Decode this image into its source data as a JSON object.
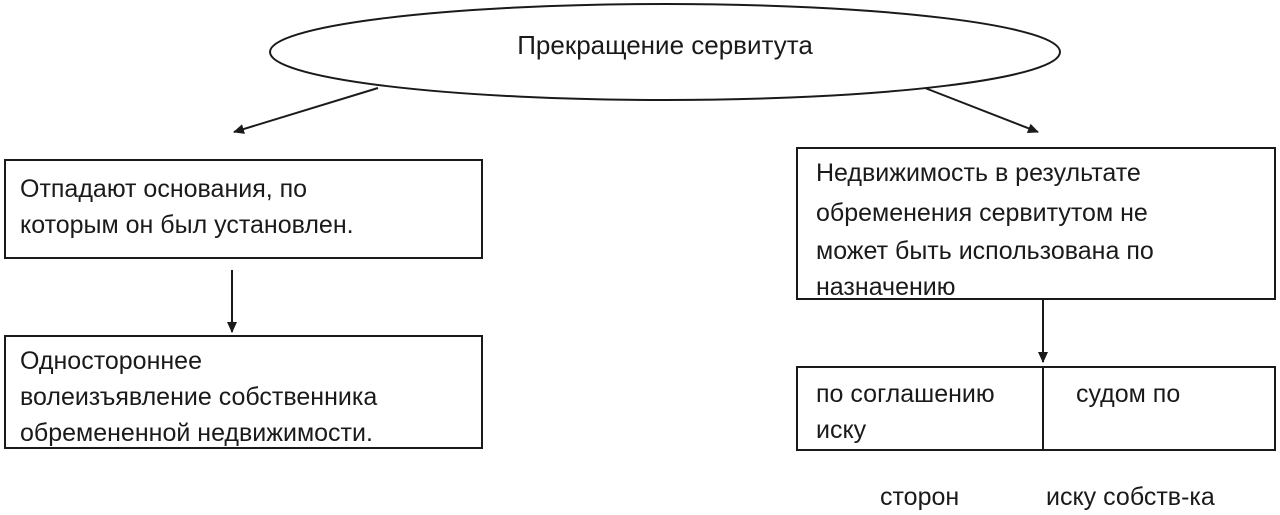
{
  "diagram": {
    "root": {
      "label": "Прекращение сервитута"
    },
    "left_branch": {
      "box1_lines": [
        "Отпадают основания, по",
        "которым он был установлен."
      ],
      "box2_lines": [
        "Одностороннее",
        "волеизъявление собственника",
        "обремененной недвижимости."
      ]
    },
    "right_branch": {
      "box1_lines": [
        "Недвижимость в результате",
        "обременения сервитутом не",
        "может быть использована по",
        "назначению"
      ],
      "split_left_lines": [
        "по соглашению",
        "иску"
      ],
      "split_right_lines": [
        "судом по"
      ],
      "below_left": "сторон",
      "below_right": "иску собств-ка"
    }
  },
  "colors": {
    "stroke": "#1a1a1a",
    "text": "#1a1a1a",
    "background": "#ffffff"
  }
}
